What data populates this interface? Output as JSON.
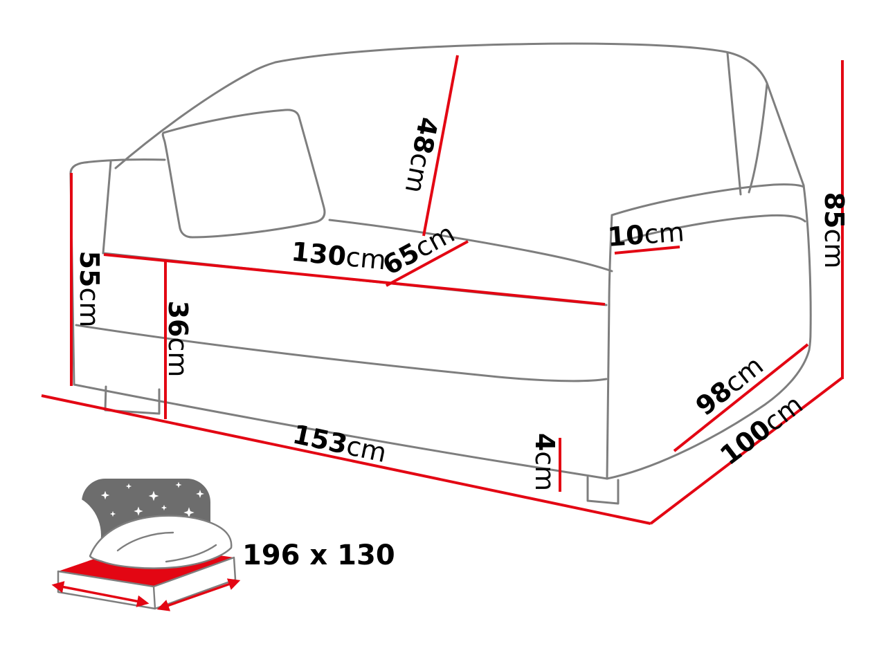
{
  "page": {
    "background": "#ffffff"
  },
  "colors": {
    "outline": "#7e7e7e",
    "dimension": "#e30613",
    "label-text": "#000000",
    "icon-bg": "#6d6d6d",
    "mattress-top": "#e30613"
  },
  "dimensions": {
    "back_height": {
      "value": "48",
      "unit": "cm"
    },
    "seat_width": {
      "value": "130",
      "unit": "cm"
    },
    "seat_depth": {
      "value": "65",
      "unit": "cm"
    },
    "armrest_width": {
      "value": "10",
      "unit": "cm"
    },
    "total_height": {
      "value": "85",
      "unit": "cm"
    },
    "arm_height": {
      "value": "55",
      "unit": "cm"
    },
    "seat_height": {
      "value": "36",
      "unit": "cm"
    },
    "side_depth": {
      "value": "98",
      "unit": "cm"
    },
    "total_depth": {
      "value": "100",
      "unit": "cm"
    },
    "total_width": {
      "value": "153",
      "unit": "cm"
    },
    "leg_height": {
      "value": "4",
      "unit": "cm"
    }
  },
  "sleeping_area": {
    "size_label": "196 x 130"
  },
  "icons": {
    "star_glyph": "✶",
    "bed_icon": "sofa-bed-sleeping-area"
  }
}
